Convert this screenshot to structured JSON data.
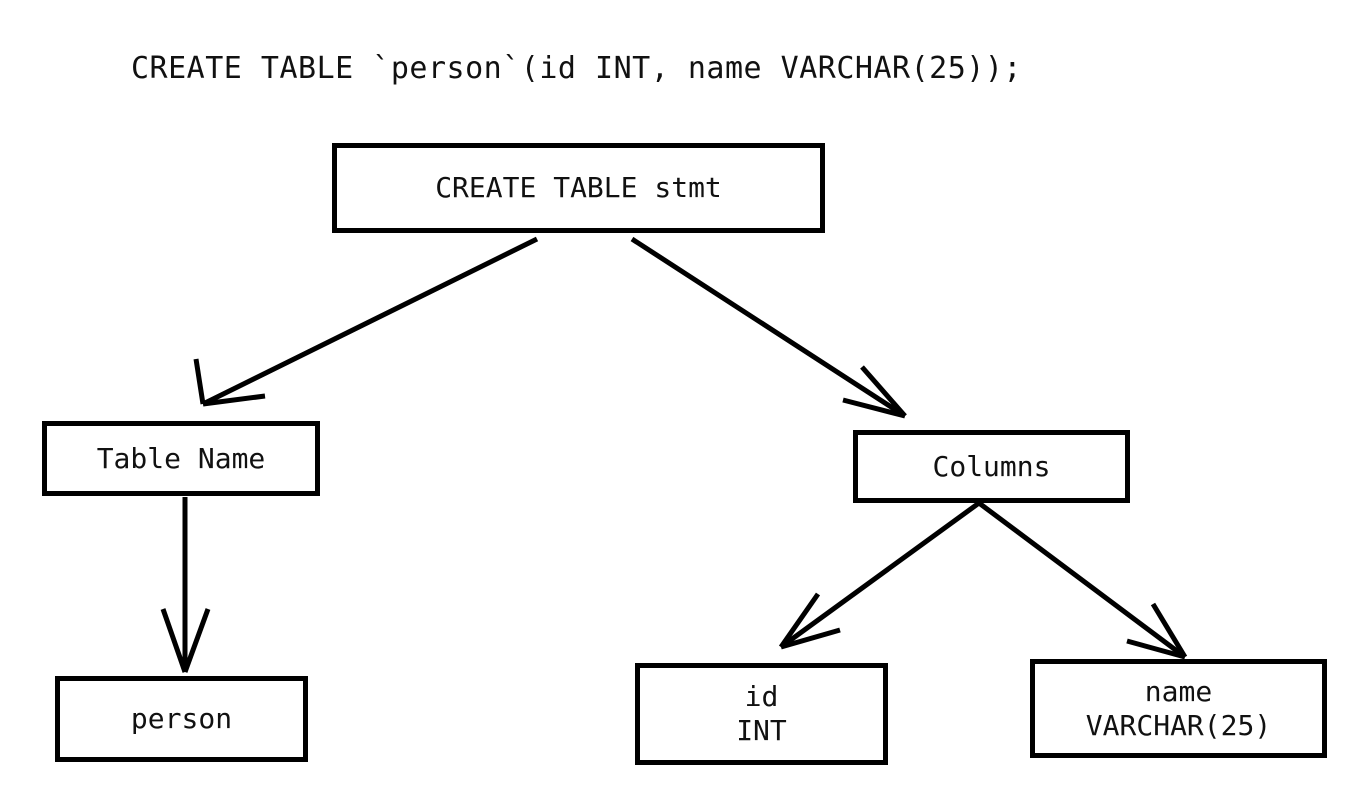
{
  "diagram": {
    "title": "CREATE TABLE `person`(id INT, name VARCHAR(25));",
    "type": "parse-tree",
    "background_color": "#ffffff",
    "stroke_color": "#000000",
    "text_color": "#111111",
    "nodes": {
      "root": {
        "label": "CREATE TABLE stmt"
      },
      "table_name": {
        "label": "Table Name"
      },
      "columns": {
        "label": "Columns"
      },
      "person": {
        "label": "person"
      },
      "col_id": {
        "line1": "id",
        "line2": "INT"
      },
      "col_name": {
        "line1": "name",
        "line2": "VARCHAR(25)"
      }
    },
    "edges": [
      {
        "from": "root",
        "to": "table_name",
        "arrow": "open-v"
      },
      {
        "from": "root",
        "to": "columns",
        "arrow": "open-v"
      },
      {
        "from": "table_name",
        "to": "person",
        "arrow": "open-v"
      },
      {
        "from": "columns",
        "to": "col_id",
        "arrow": "open-v"
      },
      {
        "from": "columns",
        "to": "col_name",
        "arrow": "open-v"
      }
    ]
  }
}
